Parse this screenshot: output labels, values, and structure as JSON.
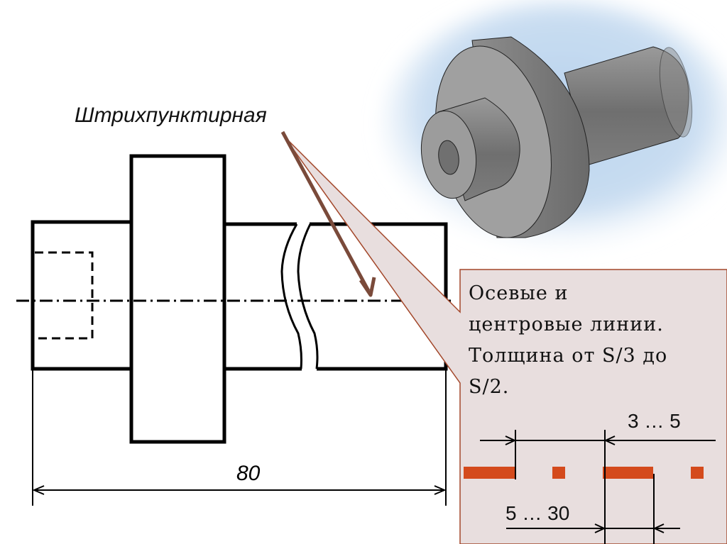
{
  "title_label": "Штрихпунктирная",
  "dimension_label": "80",
  "callout": {
    "lines": [
      "Осевые и",
      "центровые линии.",
      "Толщина  от S/3 до",
      "S/2."
    ],
    "fill_color": "#e8dede",
    "border_color": "#a3472a"
  },
  "pattern": {
    "dot_spacing_label": "3 … 5",
    "dash_length_label": "5 … 30",
    "dash_color": "#d44a1c"
  },
  "pointer_arrow_color": "#7a4a3a",
  "render_image": {
    "description": "3D model of stepped shaft with flange",
    "background_color": "#a8c8e8",
    "part_color": "#8a8a8a"
  }
}
